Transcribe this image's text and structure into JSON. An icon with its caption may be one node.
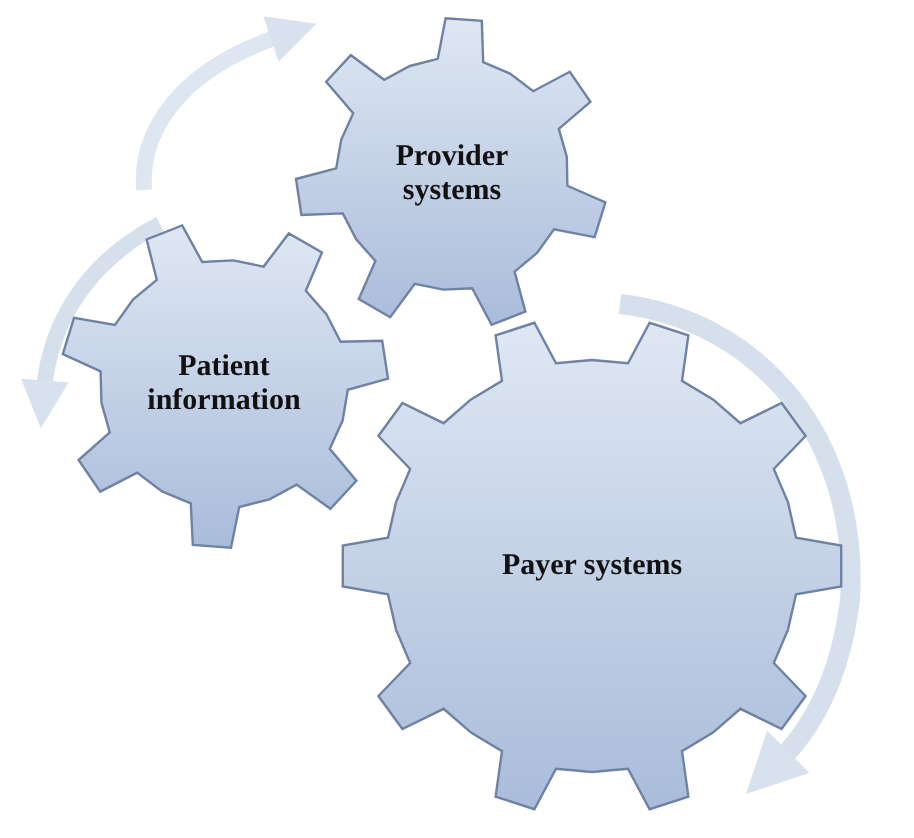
{
  "diagram": {
    "nodes": [
      {
        "text": [
          "Provider systems"
        ]
      },
      {
        "text": [
          "Patient information"
        ]
      },
      {
        "text": [
          "Payer systems"
        ]
      }
    ],
    "edges": []
  }
}
